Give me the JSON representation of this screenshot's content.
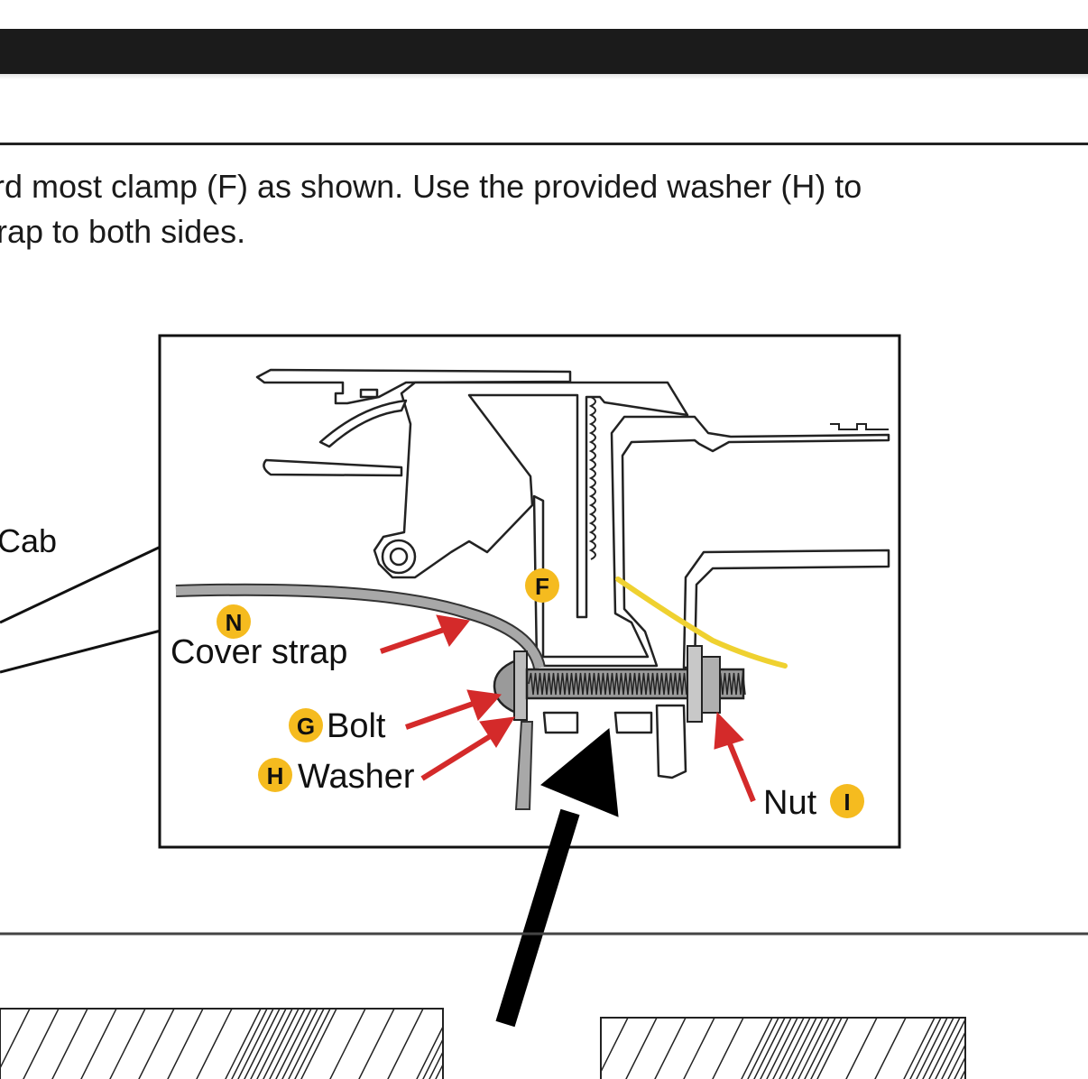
{
  "instruction": {
    "line1": "rd most clamp (F) as shown. Use the provided washer (H) to",
    "line2": "rap to both sides."
  },
  "callout": {
    "label": "Cab"
  },
  "badges": {
    "f": "F",
    "n": "N",
    "g": "G",
    "h": "H",
    "i": "I"
  },
  "labels": {
    "cover_strap": "Cover strap",
    "bolt": "Bolt",
    "washer": "Washer",
    "nut": "Nut"
  },
  "colors": {
    "badge": "#f5bb1f",
    "red_arrow": "#d42a2a",
    "highlight": "#efd130",
    "bolt": "#9a9a9a",
    "strap": "#a8a8a8"
  }
}
